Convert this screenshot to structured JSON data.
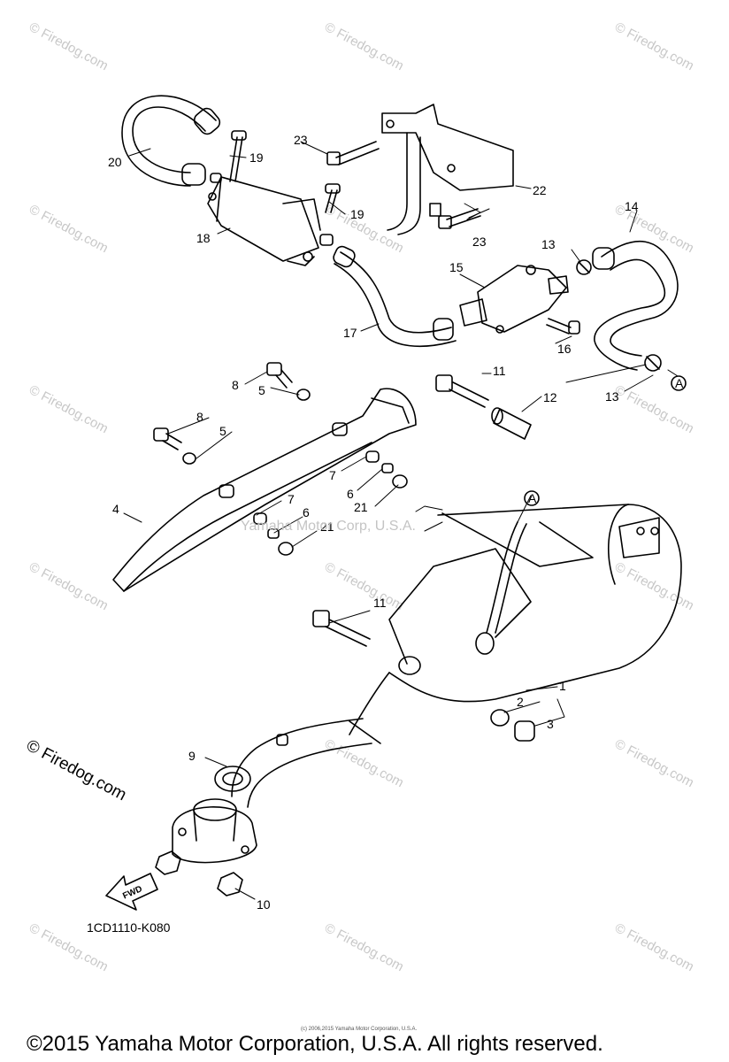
{
  "watermark": "© Firedog.com",
  "center_watermark": "Yamaha Motor Corp, U.S.A.",
  "part_code": "1CD1110-K080",
  "small_notice": "(c) 2006,2015 Yamaha Motor Corporation, U.S.A.",
  "copyright": "©2015 Yamaha Motor Corporation, U.S.A. All rights reserved.",
  "fwd_label": "FWD",
  "ref_marker": "A",
  "callouts": {
    "c1": "1",
    "c2": "2",
    "c3": "3",
    "c4": "4",
    "c5a": "5",
    "c5b": "5",
    "c6a": "6",
    "c6b": "6",
    "c7a": "7",
    "c7b": "7",
    "c8a": "8",
    "c8b": "8",
    "c9": "9",
    "c10": "10",
    "c11a": "11",
    "c11b": "11",
    "c12": "12",
    "c13a": "13",
    "c13b": "13",
    "c14": "14",
    "c15": "15",
    "c16": "16",
    "c17": "17",
    "c18": "18",
    "c19a": "19",
    "c19b": "19",
    "c20": "20",
    "c21a": "21",
    "c21b": "21",
    "c22": "22",
    "c23a": "23",
    "c23b": "23"
  }
}
